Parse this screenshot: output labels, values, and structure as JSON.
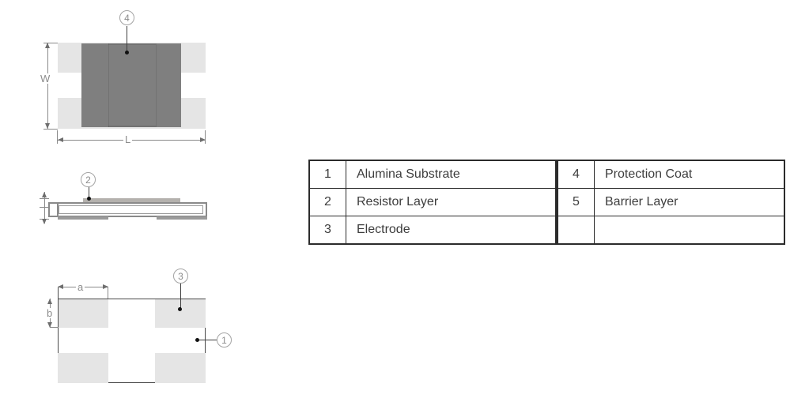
{
  "colors": {
    "pad_gray": "#e5e5e5",
    "protection_coat_gray": "#7f7f7f",
    "resistor_layer_gray": "#b4b1ad",
    "outline_gray": "#8a8a8a",
    "table_border": "#2b2b2b",
    "table_text": "#3d3d3d",
    "callout_gray": "#8c8c8c"
  },
  "diagrams": {
    "top_view": {
      "dim_width_label": "W",
      "dim_length_label": "L",
      "callout_protection_coat": "4"
    },
    "side_view": {
      "callout_resistor_layer": "2"
    },
    "bottom_view": {
      "dim_a_label": "a",
      "dim_b_label": "b",
      "callout_electrode": "3",
      "callout_substrate": "1"
    }
  },
  "legend_table": {
    "left": [
      {
        "num": "1",
        "name": "Alumina Substrate"
      },
      {
        "num": "2",
        "name": "Resistor Layer"
      },
      {
        "num": "3",
        "name": "Electrode"
      }
    ],
    "right": [
      {
        "num": "4",
        "name": "Protection Coat"
      },
      {
        "num": "5",
        "name": "Barrier Layer"
      },
      {
        "num": "",
        "name": ""
      }
    ]
  }
}
